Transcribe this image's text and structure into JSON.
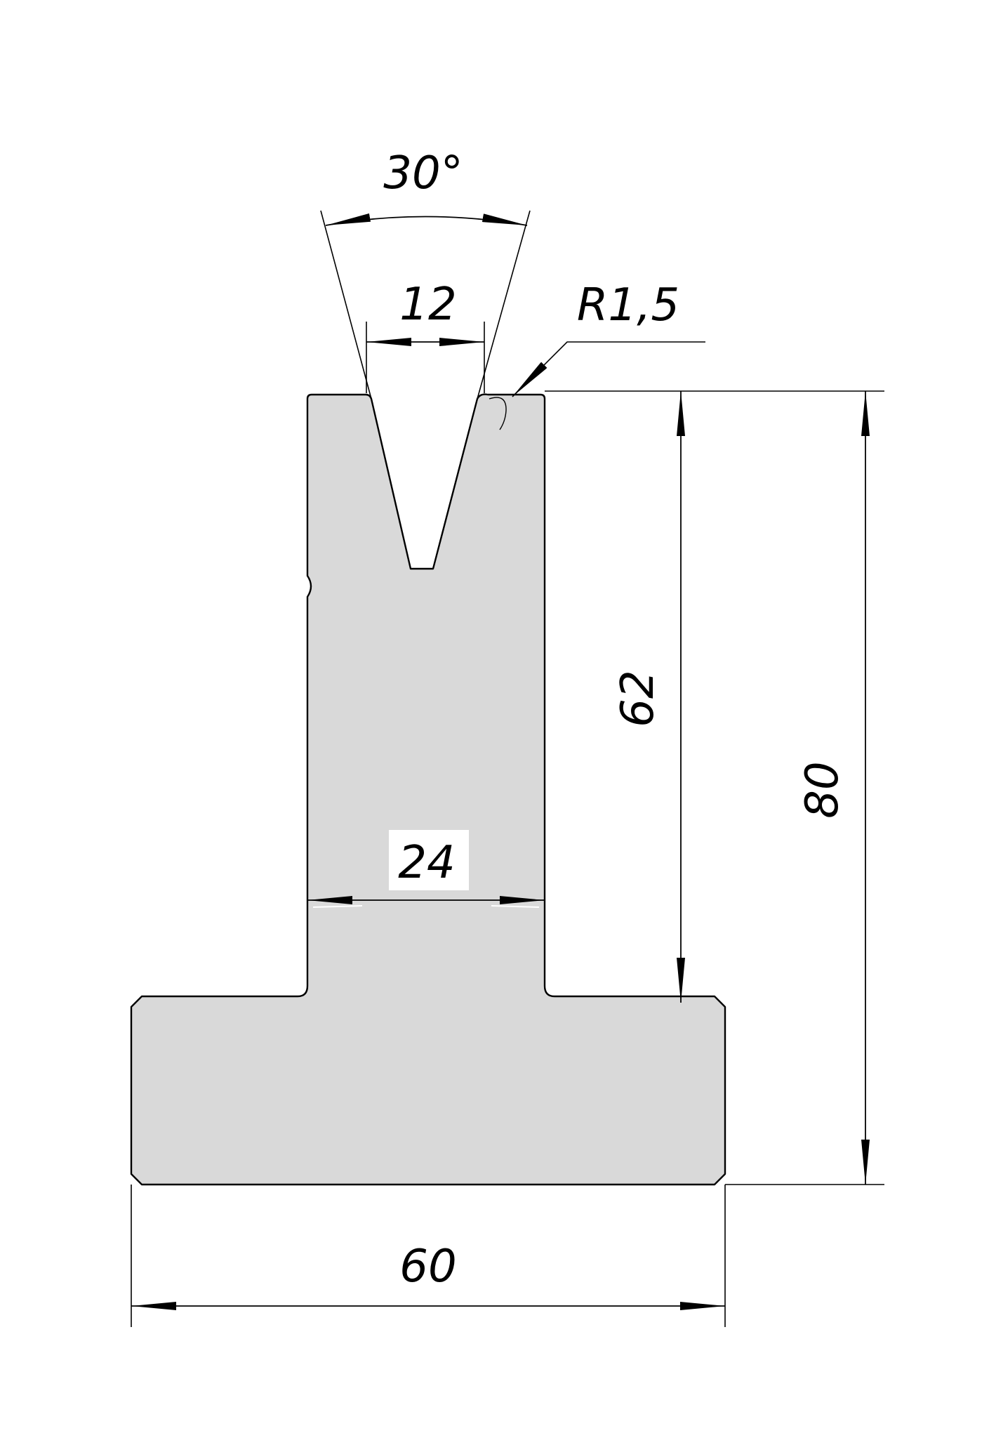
{
  "drawing": {
    "fill_color": "#d9d9d9",
    "line_color": "#000000",
    "background": "#ffffff"
  },
  "dimensions": {
    "angle": "30°",
    "v_opening": "12",
    "radius": "R1,5",
    "neck_width": "24",
    "base_width": "60",
    "punch_height": "62",
    "total_height": "80"
  }
}
